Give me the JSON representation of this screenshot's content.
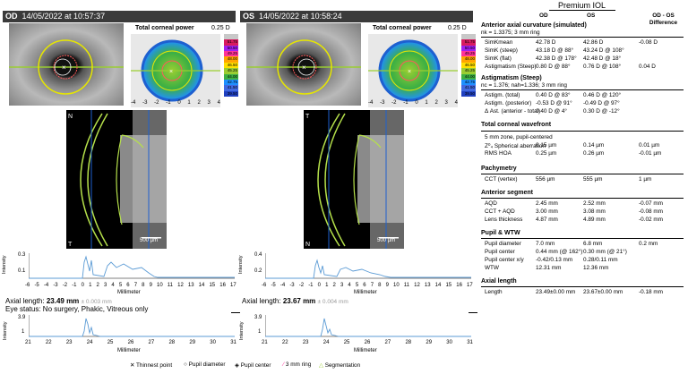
{
  "od": {
    "eye": "OD",
    "timestamp": "14/05/2022 at 10:57:37",
    "map_title": "Total corneal power",
    "map_step": "0.25 D",
    "scale_values": [
      "51.75",
      "50.50",
      "49.25",
      "48.00",
      "46.50",
      "45.25",
      "44.00",
      "42.75",
      "41.50",
      "39.50"
    ],
    "map_axis": [
      "-4",
      "-3",
      "-2",
      "-1",
      "0",
      "1",
      "2",
      "3",
      "4"
    ],
    "scale_marker_label": "500 µm",
    "axial_length_label": "Axial length:",
    "axial_length_value": "23.49 mm",
    "axial_length_sd": "± 0.003 mm",
    "eye_status": "Eye status: No surgery, Phakic, Vitreous only",
    "int_top_max": "0.3",
    "int_top_mid": "0.1",
    "int_bot_max": "3.9",
    "int_bot_mid": "1"
  },
  "os": {
    "eye": "OS",
    "timestamp": "14/05/2022 at 10:58:24",
    "map_title": "Total corneal power",
    "map_step": "0.25 D",
    "scale_values": [
      "51.75",
      "50.50",
      "49.25",
      "48.00",
      "46.50",
      "45.25",
      "44.00",
      "42.75",
      "41.50",
      "39.50"
    ],
    "map_axis": [
      "-4",
      "-3",
      "-2",
      "-1",
      "0",
      "1",
      "2",
      "3",
      "4"
    ],
    "scale_marker_label": "500 µm",
    "axial_length_label": "Axial length:",
    "axial_length_value": "23.67 mm",
    "axial_length_sd": "± 0.004 mm",
    "int_top_max": "0.4",
    "int_top_mid": "0.2",
    "int_bot_max": "3.9",
    "int_bot_mid": "1"
  },
  "intensity_label": "Intensity",
  "millimeter_label": "Millimeter",
  "mm_ticks_top": [
    "-6",
    "-5",
    "-4",
    "-3",
    "-2",
    "-1",
    "0",
    "1",
    "2",
    "3",
    "4",
    "5",
    "6",
    "7",
    "8",
    "9",
    "10",
    "11",
    "12",
    "13",
    "14",
    "15",
    "16",
    "17"
  ],
  "mm_ticks_bottom": [
    "21",
    "22",
    "23",
    "24",
    "25",
    "26",
    "27",
    "28",
    "29",
    "30",
    "31"
  ],
  "legend": {
    "thinnest": "Thinnest point",
    "pupil_diameter": "Pupil diameter",
    "pupil_center": "Pupil center",
    "ring3": "3 mm ring",
    "segmentation": "Segmentation"
  },
  "report": {
    "title": "Premium IOL",
    "col_od": "OD",
    "col_os": "OS",
    "col_diff": "OD - OS Difference",
    "sections": {
      "anterior": "Anterior axial curvature (simulated)",
      "anterior_sub": "nk = 1.3375; 3 mm ring",
      "astig": "Astigmatism (Steep)",
      "astig_sub": "nc = 1.376; nah=1.336; 3 mm ring",
      "wavefront": "Total corneal wavefront",
      "wavefront_sub": "5 mm zone, pupil-centered",
      "pachy": "Pachymetry",
      "segment": "Anterior segment",
      "pupil": "Pupil & WTW",
      "axial": "Axial length"
    },
    "anterior_rows": [
      {
        "label": "SimKmean",
        "od": "42.78 D",
        "os": "42.86 D",
        "diff": "-0.08 D"
      },
      {
        "label": "SimK (steep)",
        "od": "43.18 D @ 88°",
        "os": "43.24 D @ 108°",
        "diff": ""
      },
      {
        "label": "SimK (flat)",
        "od": "42.38 D @ 178°",
        "os": "42.48 D @ 18°",
        "diff": ""
      },
      {
        "label": "Astigmatism (Steep)",
        "od": "0.80 D @ 88°",
        "os": "0.76 D @ 108°",
        "diff": "0.04 D"
      }
    ],
    "astig_rows": [
      {
        "label": "Astigm. (total)",
        "od": "0.40 D @ 83°",
        "os": "0.46 D @ 120°",
        "diff": ""
      },
      {
        "label": "Astigm. (posterior)",
        "od": "-0.53 D @ 91°",
        "os": "-0.49 D @ 97°",
        "diff": ""
      },
      {
        "label": "Δ Ast. (anterior - total)",
        "od": "0.40 D @ 4°",
        "os": "0.30 D @ -12°",
        "diff": ""
      }
    ],
    "wavefront_rows": [
      {
        "label": "Z⁰₄ Spherical aberration",
        "od": "0.15 µm",
        "os": "0.14 µm",
        "diff": "0.01 µm"
      },
      {
        "label": "RMS HOA",
        "od": "0.25 µm",
        "os": "0.26 µm",
        "diff": "-0.01 µm"
      }
    ],
    "pachy_rows": [
      {
        "label": "CCT (vertex)",
        "od": "556 µm",
        "os": "555 µm",
        "diff": "1 µm"
      }
    ],
    "segment_rows": [
      {
        "label": "AQD",
        "od": "2.45 mm",
        "os": "2.52 mm",
        "diff": "-0.07 mm"
      },
      {
        "label": "CCT + AQD",
        "od": "3.00 mm",
        "os": "3.08 mm",
        "diff": "-0.08 mm"
      },
      {
        "label": "Lens thickness",
        "od": "4.87 mm",
        "os": "4.89 mm",
        "diff": "-0.02 mm"
      }
    ],
    "pupil_rows": [
      {
        "label": "Pupil diameter",
        "od": "7.0 mm",
        "os": "6.8 mm",
        "diff": "0.2 mm"
      },
      {
        "label": "Pupil center",
        "od": "0.44 mm (@ 162°)",
        "os": "0.30 mm (@ 21°)",
        "diff": ""
      },
      {
        "label": "Pupil center x/y",
        "od": "-0.42/0.13 mm",
        "os": "0.28/0.11 mm",
        "diff": ""
      },
      {
        "label": "WTW",
        "od": "12.31 mm",
        "os": "12.36 mm",
        "diff": ""
      }
    ],
    "axial_rows": [
      {
        "label": "Length",
        "od": "23.49±0.00 mm",
        "os": "23.67±0.00 mm",
        "diff": "-0.18 mm"
      }
    ]
  },
  "colors": {
    "header_bg": "#3a3a3a",
    "segmentation": "#b5e04a",
    "trace": "#5b9bd5",
    "scale": [
      "#c8c8c8",
      "#d81b60",
      "#a020f0",
      "#ff3399",
      "#ffa500",
      "#ffe000",
      "#9acd32",
      "#3cb043",
      "#1e90ff",
      "#4169e1",
      "#2040c0"
    ]
  }
}
